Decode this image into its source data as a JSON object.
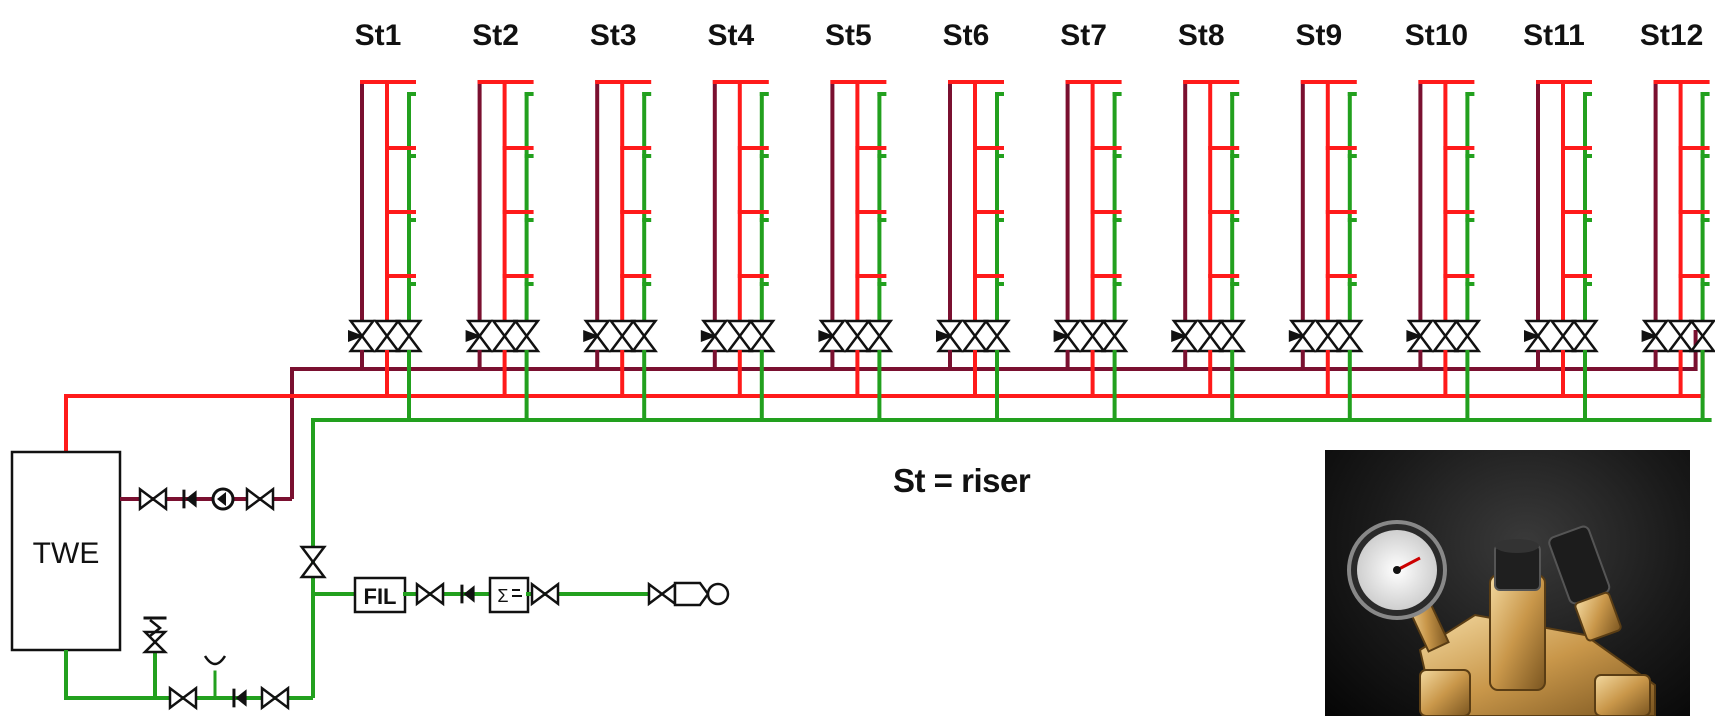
{
  "risers": [
    "St1",
    "St2",
    "St3",
    "St4",
    "St5",
    "St6",
    "St7",
    "St8",
    "St9",
    "St10",
    "St11",
    "St12"
  ],
  "heater_label": "TWE",
  "filter_label": "FIL",
  "meter_label": "Σ",
  "legend": {
    "prefix": "St =",
    "term": "riser"
  },
  "colors": {
    "hot": "#ff1a1a",
    "circulation": "#7a1030",
    "cold": "#22a01e",
    "symbol": "#111111"
  },
  "photo": {
    "subject": "balancing valve with pressure gauge (photo)"
  }
}
